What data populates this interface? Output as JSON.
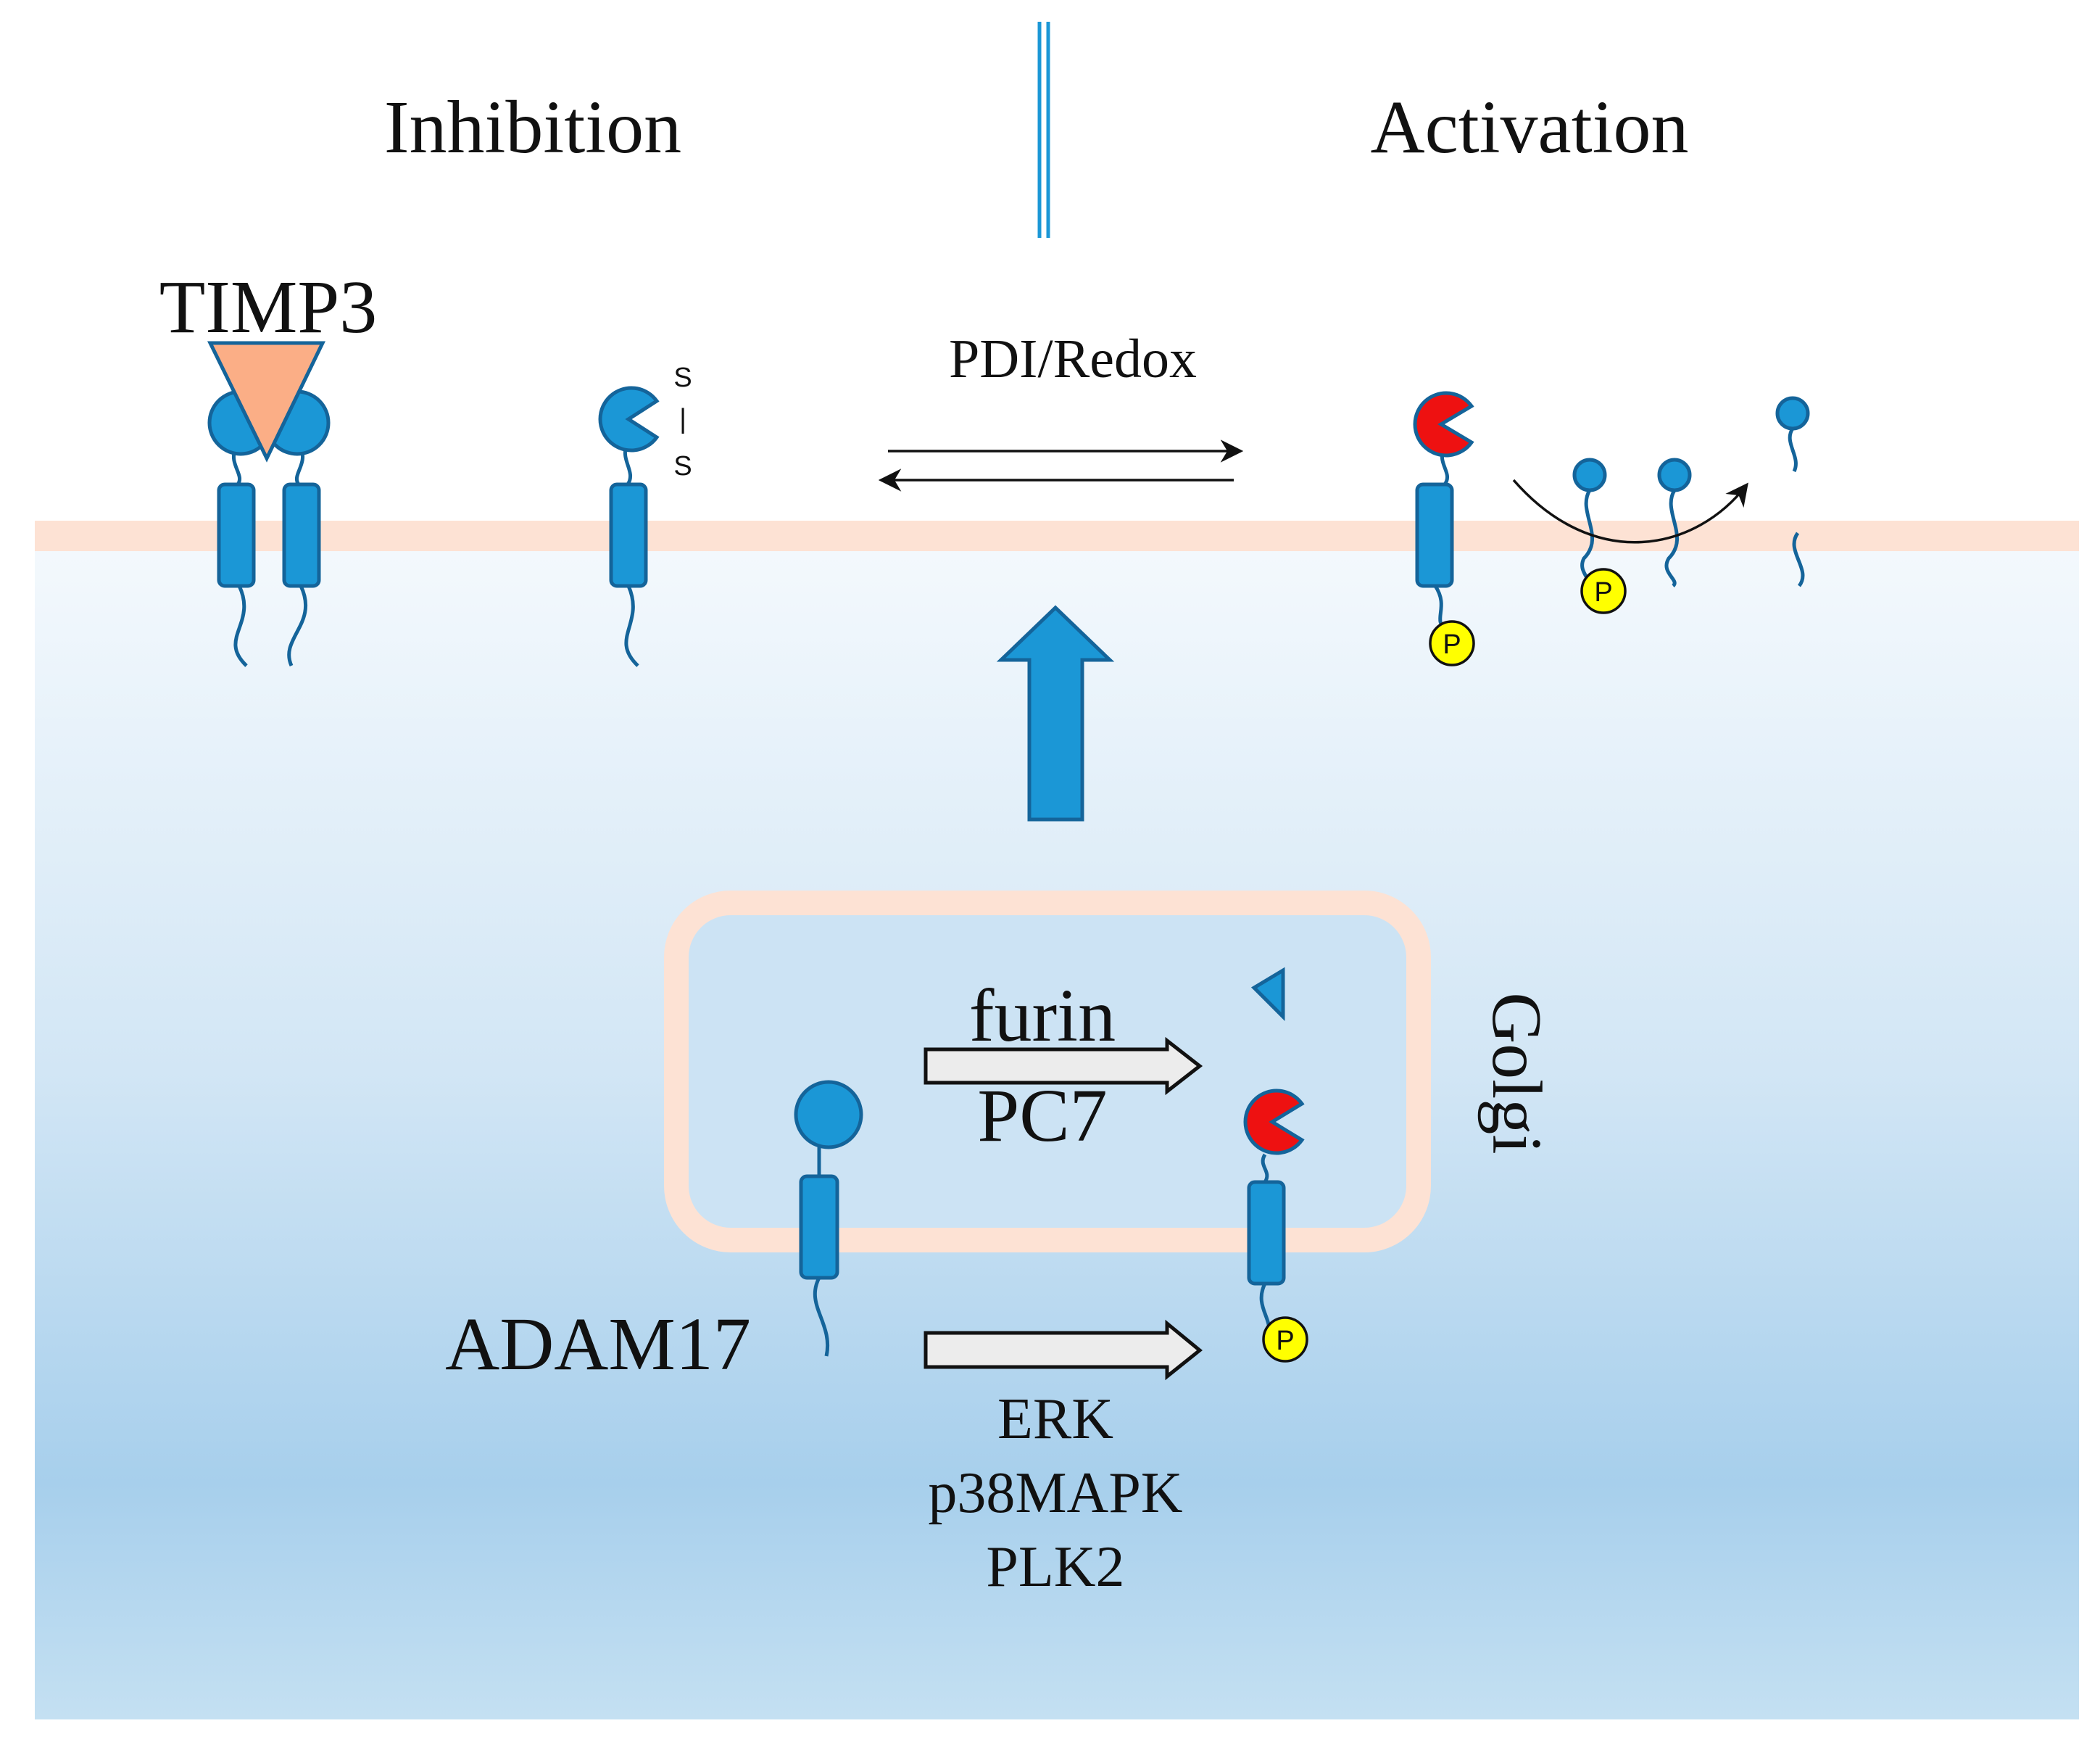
{
  "headings": {
    "inhibition": "Inhibition",
    "activation": "Activation"
  },
  "labels": {
    "timp3": "TIMP3",
    "pdi_redox": "PDI/Redox",
    "disulfide_top": "S",
    "disulfide_bond": "|",
    "disulfide_bottom": "S",
    "furin": "furin",
    "pc7": "PC7",
    "golgi": "Golgi",
    "adam17": "ADAM17",
    "kinases": [
      "ERK",
      "p38MAPK",
      "PLK2"
    ],
    "phospho": "P"
  },
  "colors": {
    "protein_blue": "#1b97d6",
    "protein_stroke": "#14649a",
    "active_red": "#ee1111",
    "phospho_yellow": "#ffff00",
    "membrane": "#fde2d4",
    "timp3_orange": "#fbae86",
    "cell_top": "#f3f8fc",
    "cell_bottom": "#a6cfec"
  }
}
